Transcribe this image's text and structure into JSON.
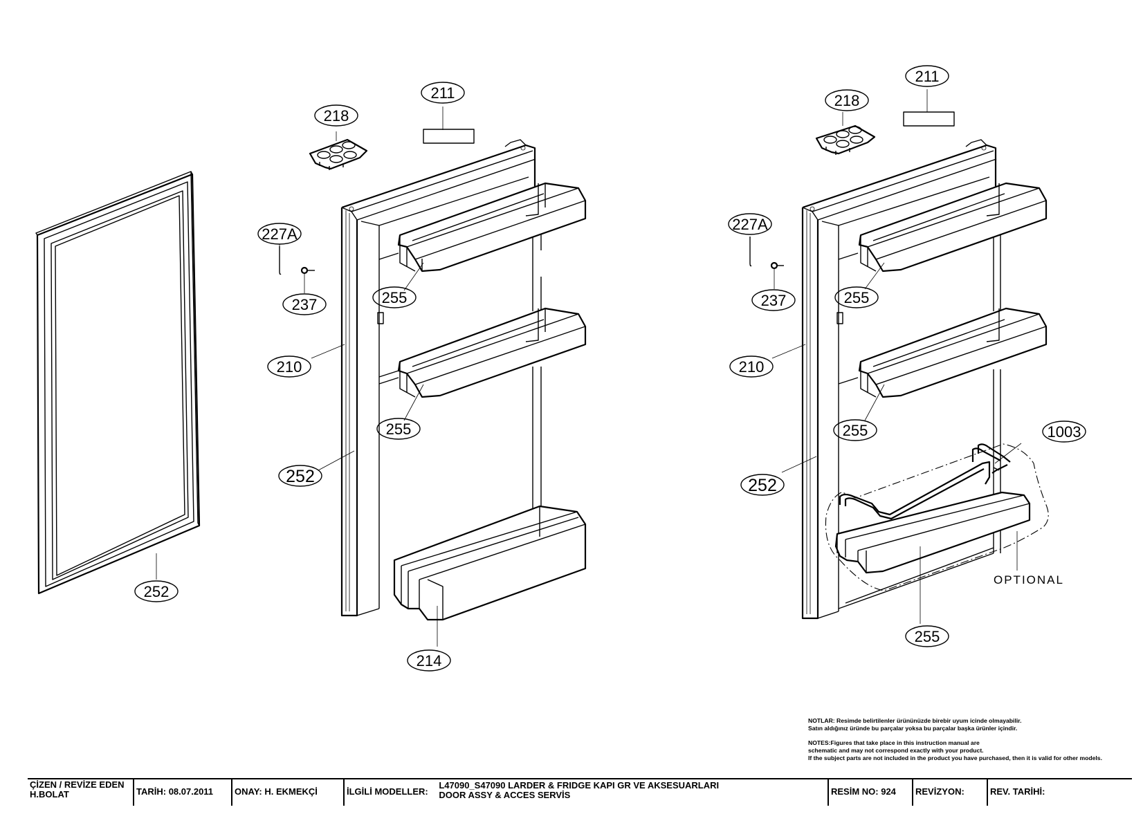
{
  "parts": {
    "p211_left": "211",
    "p218_left": "218",
    "p227a_left": "227A",
    "p237_left": "237",
    "p255_left_a": "255",
    "p210_left": "210",
    "p255_left_b": "255",
    "p252_left_door": "252",
    "p252_gasket": "252",
    "p214": "214",
    "p211_right": "211",
    "p218_right": "218",
    "p227a_right": "227A",
    "p237_right": "237",
    "p255_right_a": "255",
    "p210_right": "210",
    "p255_right_b": "255",
    "p1003": "1003",
    "p252_right_door": "252",
    "p255_right_c": "255"
  },
  "optional_label": "OPTIONAL",
  "notes": {
    "tr_line1": "NOTLAR: Resimde belirtilenler ürününüzde birebir  uyum icinde olmayabilir.",
    "tr_line2": "Satın aldığınız üründe bu parçalar yoksa bu parçalar başka ürünler içindir.",
    "en_line1": "NOTES:Figures that take place in this instruction manual are",
    "en_line2": "schematic  and may not correspond exactly with your product.",
    "en_line3": "If the subject parts are not included in the product you have purchased, then it is valid for other models."
  },
  "title_block": {
    "drawn_by_label": "ÇİZEN / REVİZE EDEN",
    "drawn_by_name": "H.BOLAT",
    "date": "TARİH: 08.07.2011",
    "approval": "ONAY: H. EKMEKÇİ",
    "models_label": "İLGİLİ MODELLER:",
    "models_line1": "L47090_S47090 LARDER & FRIDGE  KAPI GR VE AKSESUARLARI",
    "models_line2": "DOOR ASSY & ACCES SERVİS",
    "drawing_no": "RESİM NO: 924",
    "revision": "REVİZYON:",
    "revision_date": "REV. TARİHİ:"
  }
}
